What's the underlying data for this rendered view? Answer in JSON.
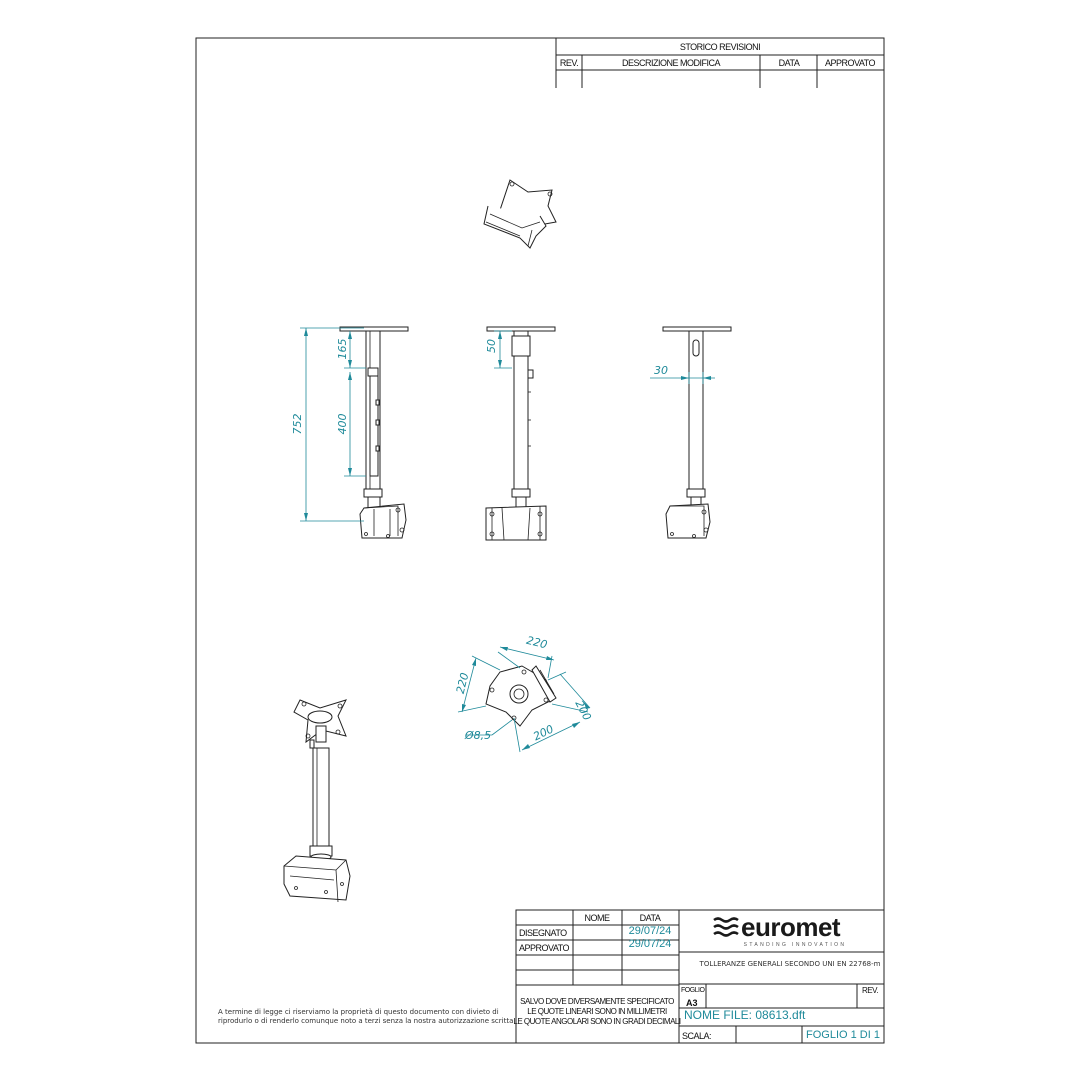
{
  "revisions": {
    "title": "STORICO REVISIONI",
    "headers": [
      "REV.",
      "DESCRIZIONE MODIFICA",
      "DATA",
      "APPROVATO"
    ]
  },
  "dimensions": {
    "overall_height": "752",
    "upper_section": "165",
    "adjust_range": "400",
    "collar": "50",
    "tube_diameter": "30",
    "plate_width_a": "220",
    "plate_width_b": "220",
    "hole_pattern_a": "200",
    "hole_pattern_b": "200",
    "hole_diameter": "Ø8,5"
  },
  "titleblock": {
    "col_nome": "NOME",
    "col_data": "DATA",
    "row_disegnato": "DISEGNATO",
    "row_approvato": "APPROVATO",
    "date_disegnato": "29/07/24",
    "date_approvato": "29/07/24",
    "logo": "euromet",
    "tagline": "STANDING INNOVATION",
    "tolerances": "TOLLERANZE GENERALI SECONDO UNI EN 22768-m",
    "notes": [
      "SALVO DOVE DIVERSAMENTE SPECIFICATO",
      "LE QUOTE LINEARI SONO IN MILLIMETRI",
      "LE QUOTE ANGOLARI SONO IN GRADI DECIMALI"
    ],
    "foglio_label": "FOGLIO",
    "foglio_value": "A3",
    "rev_label": "REV.",
    "filename": "NOME FILE: 08613.dft",
    "scala_label": "SCALA:",
    "sheet_count": "FOGLIO 1 DI 1"
  },
  "copyright": {
    "line1": "A termine di legge ci riserviamo la proprietà di questo documento con divieto di",
    "line2": "riprodurlo o di renderlo comunque noto a terzi senza la nostra autorizzazione scritta"
  },
  "colors": {
    "dimension": "#1f8a9a",
    "line": "#222222"
  }
}
